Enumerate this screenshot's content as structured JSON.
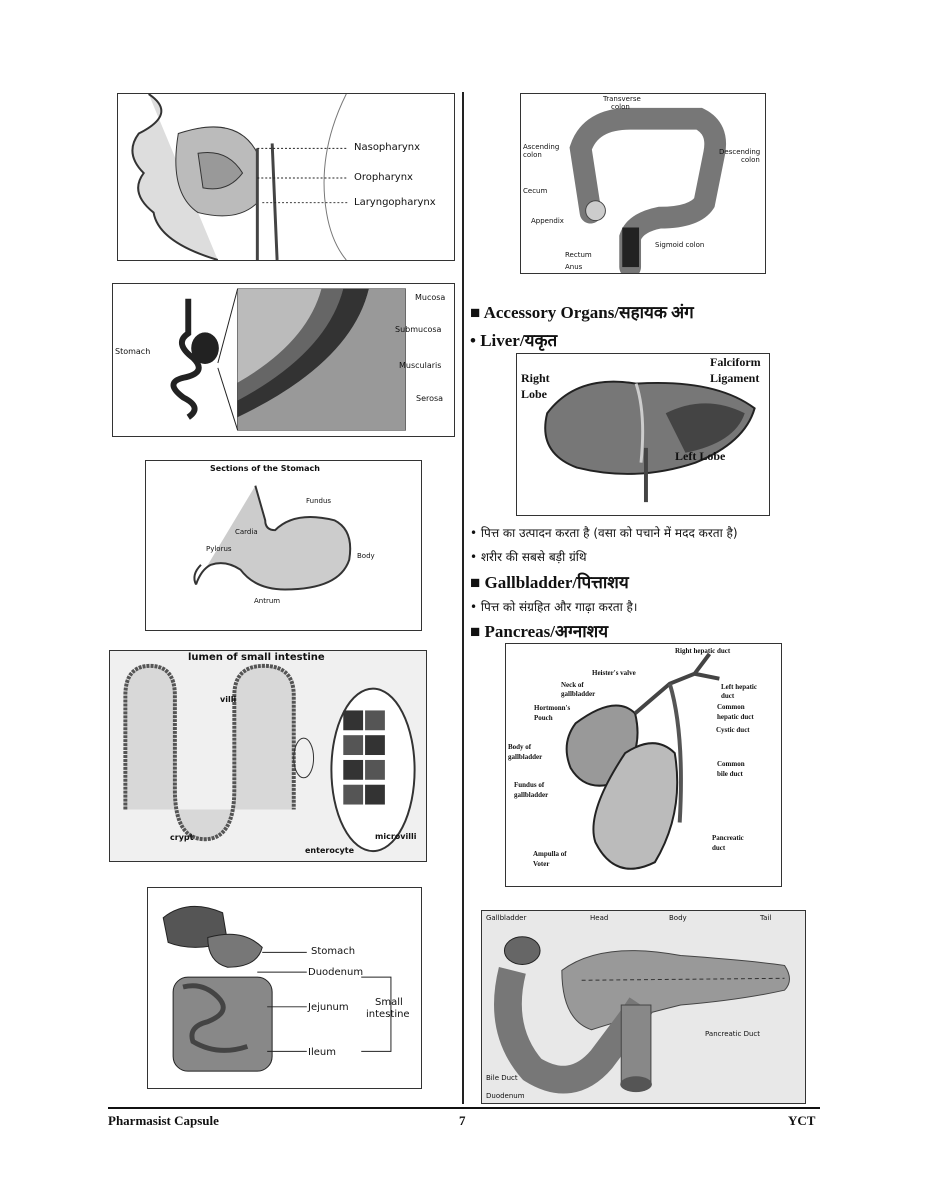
{
  "figures": {
    "pharynx": {
      "labels": [
        "Nasopharynx",
        "Oropharynx",
        "Laryngopharynx"
      ]
    },
    "stomach_wall": {
      "labels": [
        "Mucosa",
        "Submucosa",
        "Muscularis",
        "Serosa",
        "Stomach"
      ]
    },
    "stomach_sections": {
      "title": "Sections of the Stomach",
      "labels": [
        "Fundus",
        "Cardia",
        "Pylorus",
        "Body",
        "Antrum"
      ]
    },
    "intestine": {
      "title": "lumen of small intestine",
      "labels": [
        "villi",
        "crypt",
        "enterocyte",
        "microvilli"
      ]
    },
    "digestive": {
      "labels": [
        "Stomach",
        "Duodenum",
        "Jejunum",
        "Ileum",
        "Small",
        "intestine"
      ]
    },
    "colon": {
      "labels": [
        "Transverse",
        "colon",
        "Ascending",
        "colon",
        "Descending",
        "colon",
        "Cecum",
        "Appendix",
        "Sigmoid colon",
        "Rectum",
        "Anus"
      ]
    },
    "liver": {
      "labels": [
        "Right",
        "Lobe",
        "Falciform",
        "Ligament",
        "Left Lobe"
      ]
    },
    "gallbladder": {
      "labels": [
        "Right hepatic duct",
        "Heister's valve",
        "Neck of",
        "gallbladder",
        "Left hepatic",
        "duct",
        "Hortmonn's",
        "Pouch",
        "Common",
        "hepatic duct",
        "Cystic duct",
        "Body of",
        "gallbladder",
        "Common",
        "bile duct",
        "Fundus of",
        "gallbladder",
        "Pancreatic",
        "duct",
        "Ampulla of",
        "Voter"
      ]
    },
    "pancreas": {
      "labels": [
        "Gallbladder",
        "Head",
        "Body",
        "Tail",
        "Pancreatic Duct",
        "Bile Duct",
        "Duodenum"
      ]
    }
  },
  "sections": {
    "accessory": "■  Accessory Organs/सहायक अंग",
    "liver_heading": "• Liver/यकृत",
    "liver_bullets": [
      "•  पित्त का उत्पादन करता है (वसा को पचाने में मदद करता है)",
      "•  शरीर की सबसे बड़ी ग्रंथि"
    ],
    "gallbladder_heading": "■ Gallbladder/पित्ताशय",
    "gallbladder_bullets": [
      "•  पित्त को संग्रहित और गाढ़ा करता है।"
    ],
    "pancreas_heading": "■ Pancreas/अग्नाशय"
  },
  "footer": {
    "left": "Pharmasist Capsule",
    "page": "7",
    "right": "YCT"
  }
}
